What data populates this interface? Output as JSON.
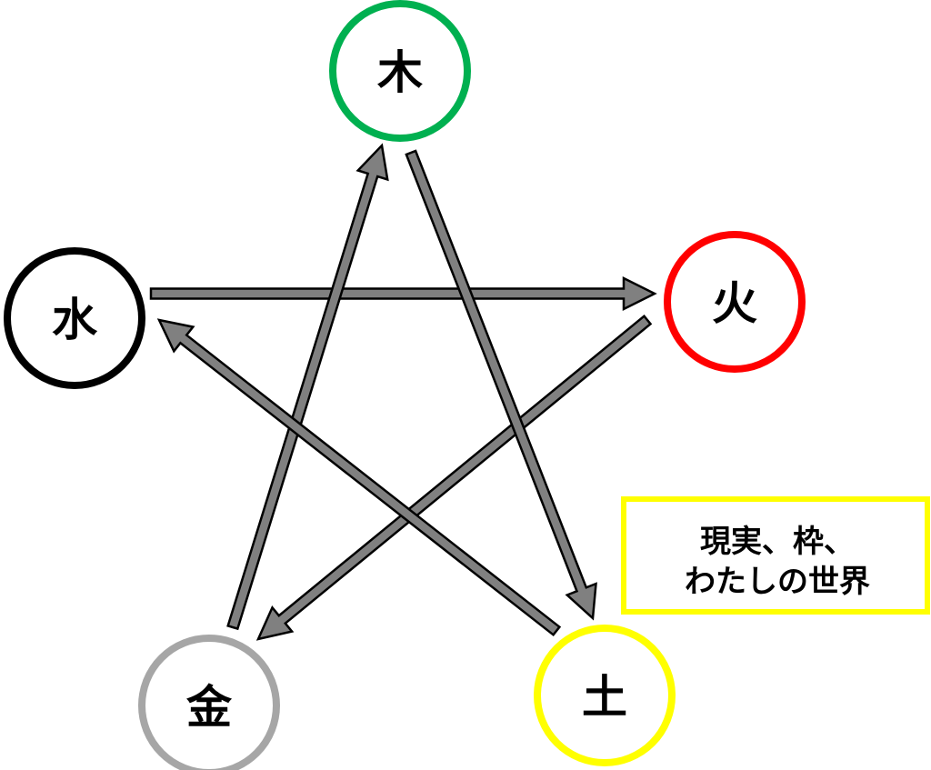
{
  "nodes": [
    {
      "id": "wood",
      "label": "木",
      "color": "#00b050"
    },
    {
      "id": "fire",
      "label": "火",
      "color": "#ff0000"
    },
    {
      "id": "earth",
      "label": "土",
      "color": "#ffff00"
    },
    {
      "id": "metal",
      "label": "金",
      "color": "#a6a6a6"
    },
    {
      "id": "water",
      "label": "水",
      "color": "#000000"
    }
  ],
  "arrows": [
    {
      "from": "water",
      "to": "fire"
    },
    {
      "from": "fire",
      "to": "metal"
    },
    {
      "from": "metal",
      "to": "wood"
    },
    {
      "from": "wood",
      "to": "earth"
    },
    {
      "from": "earth",
      "to": "water"
    }
  ],
  "note": {
    "lines": [
      "現実、枠、",
      "わたしの世界"
    ],
    "border_color": "#ffff00"
  },
  "arrow_color": "#808080"
}
